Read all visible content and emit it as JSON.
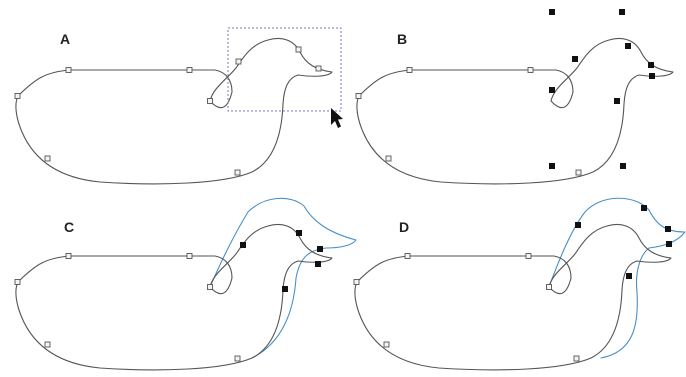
{
  "panels": [
    {
      "id": "A",
      "label": "A"
    },
    {
      "id": "B",
      "label": "B"
    },
    {
      "id": "C",
      "label": "C"
    },
    {
      "id": "D",
      "label": "D"
    }
  ],
  "colors": {
    "background": "#ffffff",
    "original_outline": "#555555",
    "modified_outline": "#4a8fc6",
    "selection_box": "#7a7ac0",
    "handle": "#111111",
    "node_fill": "#f4f4f4",
    "cursor": "#111111"
  },
  "icons": {
    "cursor": "arrow-cursor-icon"
  }
}
